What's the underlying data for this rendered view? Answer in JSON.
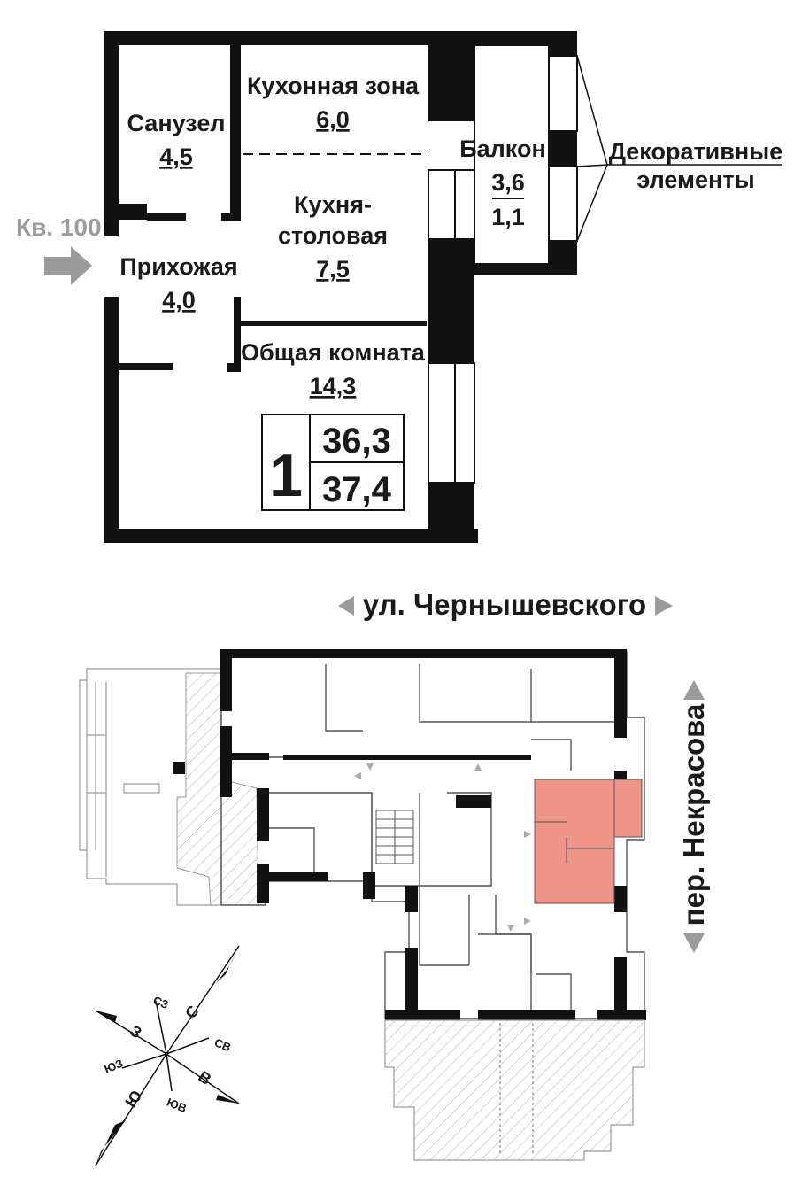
{
  "apartment": {
    "neighbor_label": "Кв. 100",
    "rooms": [
      {
        "name": "Санузел",
        "area": "4,5"
      },
      {
        "name": "Кухонная зона",
        "area": "6,0"
      },
      {
        "name": "Кухня-",
        "name2": "столовая",
        "area": "7,5"
      },
      {
        "name": "Прихожая",
        "area": "4,0"
      },
      {
        "name": "Общая комната",
        "area": "14,3"
      },
      {
        "name": "Балкон",
        "area": "3,6",
        "area2": "1,1"
      }
    ],
    "decor_label_1": "Декоративные",
    "decor_label_2": "элементы",
    "room_count": "1",
    "living_area": "36,3",
    "total_area": "37,4"
  },
  "floorplan": {
    "street_top": "ул. Чернышевского",
    "street_right": "пер. Некрасова",
    "highlight_color": "#ee9488"
  },
  "compass": {
    "n": "С",
    "s": "Ю",
    "e": "В",
    "w": "З",
    "ne": "СВ",
    "nw": "СЗ",
    "se": "ЮВ",
    "sw": "ЮЗ"
  }
}
